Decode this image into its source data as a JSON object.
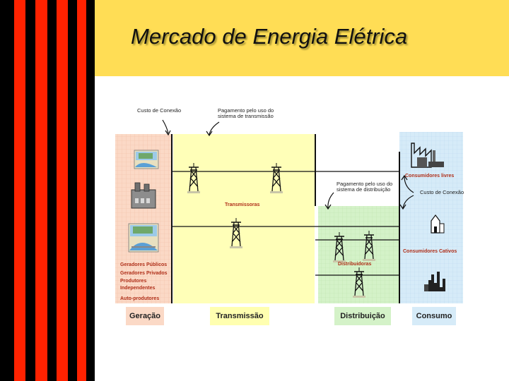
{
  "slide": {
    "title": "Mercado de Energia Elétrica"
  },
  "annotations": {
    "custo_conexao_gen": "Custo de Conexão",
    "pagamento_transmissao": "Pagamento pelo uso do sistema de transmissão",
    "pagamento_distribuicao": "Pagamento pelo uso do sistema de distribuição",
    "custo_conexao_cons": "Custo de Conexão"
  },
  "zones": {
    "transmissoras": "Transmissoras",
    "distribuidoras": "Distribuidoras",
    "consumidores_livres": "Consumidores livres",
    "consumidores_cativos": "Consumidores Cativos"
  },
  "generators": [
    "Geradores Públicos",
    "Geradores Privados",
    "Produtores Independentes",
    "Auto-produtores"
  ],
  "stages": [
    "Geração",
    "Transmissão",
    "Distribuição",
    "Consumo"
  ],
  "colors": {
    "stripe_red": "#ff2200",
    "stripe_black": "#000000",
    "header": "#ffdd55",
    "generation_bg": "#fbd9c6",
    "transmission_bg": "#ffffb8",
    "distribution_bg": "#d4f2c8",
    "consumption_bg": "#d6ebf8"
  }
}
